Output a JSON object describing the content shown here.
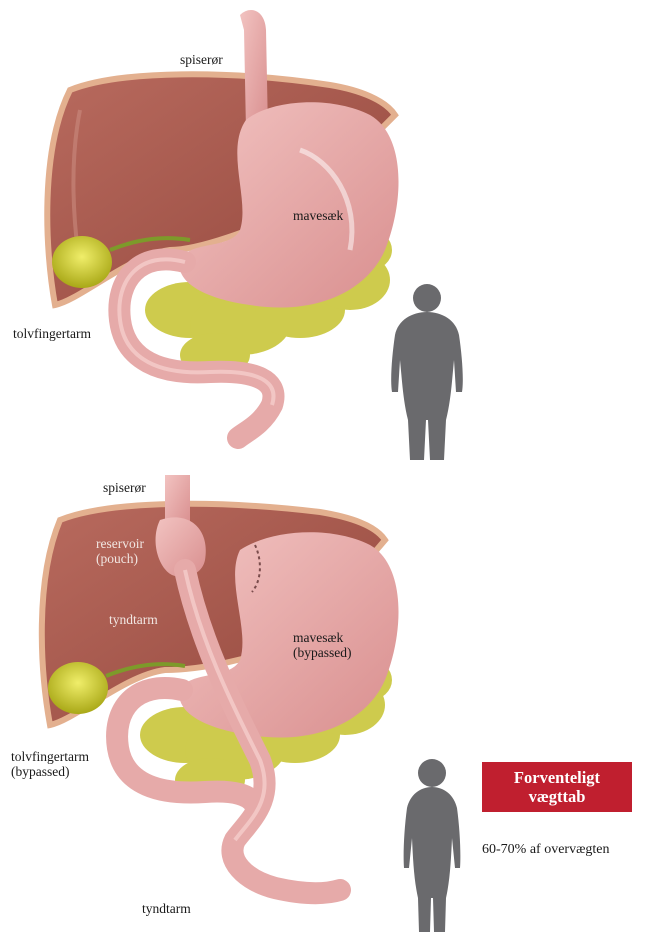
{
  "top_diagram": {
    "labels": {
      "esophagus": "spiserør",
      "stomach": "mavesæk",
      "duodenum": "tolvfingertarm"
    }
  },
  "bottom_diagram": {
    "labels": {
      "esophagus": "spiserør",
      "pouch": "reservoir\n(pouch)",
      "small_intestine_upper": "tyndtarm",
      "stomach": "mavesæk\n(bypassed)",
      "duodenum": "tolvfingertarm\n(bypassed)",
      "small_intestine_lower": "tyndtarm"
    }
  },
  "result": {
    "title": "Forventeligt\nvægttab",
    "value": "60-70% af overvægten"
  },
  "colors": {
    "liver": "#a9564a",
    "liver_light": "#c0736a",
    "stomach": "#e8a9a8",
    "intestine": "#e6aaa9",
    "gallbladder": "#c4c41e",
    "fat": "#c9c63a",
    "silhouette": "#6a6a6d",
    "badge": "#c01f2f"
  },
  "icons": [
    "person-silhouette-icon",
    "person-silhouette-icon"
  ]
}
